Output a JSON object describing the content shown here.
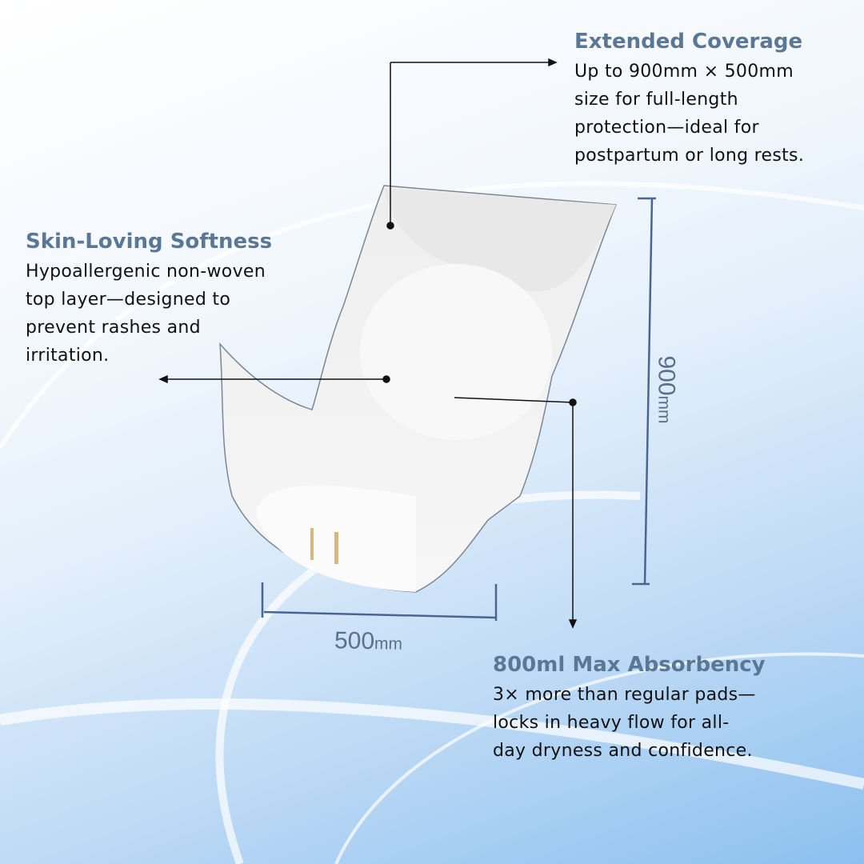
{
  "callouts": {
    "coverage": {
      "title": "Extended Coverage",
      "lines": [
        "Up to 900mm × 500mm",
        "size for full-length",
        "protection—ideal for",
        "postpartum or long rests."
      ]
    },
    "softness": {
      "title": "Skin-Loving Softness",
      "lines": [
        "Hypoallergenic non-woven",
        "top layer—designed to",
        "prevent rashes and",
        "irritation."
      ]
    },
    "absorbency": {
      "title": "800ml Max Absorbency",
      "lines": [
        "3× more than regular pads—",
        "locks in heavy flow for all-",
        "day dryness and confidence."
      ]
    }
  },
  "dimensions": {
    "length_value": "900",
    "length_unit": "mm",
    "width_value": "500",
    "width_unit": "mm"
  },
  "colors": {
    "heading": "#5a7896",
    "dimension": "#4a6590"
  }
}
